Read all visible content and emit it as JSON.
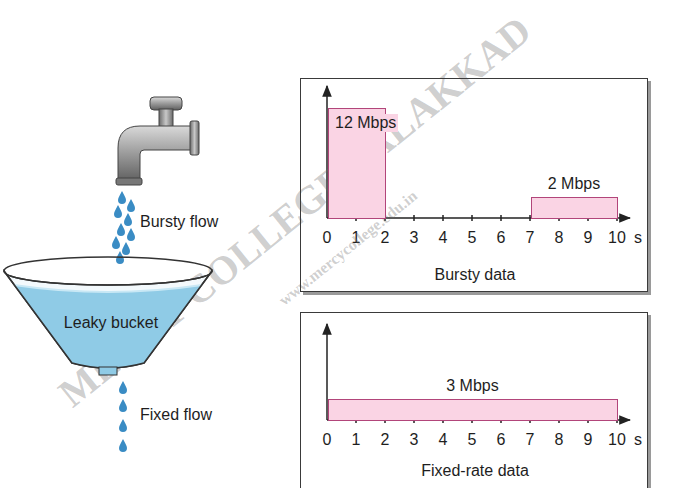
{
  "diagram": {
    "nodes": [
      {
        "text": [
          "Leaky bucket"
        ]
      },
      {
        "text": [
          "Bursty data"
        ]
      },
      {
        "text": [
          "12 Mbps"
        ],
        "in": 1
      },
      {
        "text": [
          "2 Mbps"
        ],
        "in": 1
      },
      {
        "text": [
          "Fixed-rate data"
        ]
      },
      {
        "text": [
          "3 Mbps"
        ],
        "in": 4
      }
    ],
    "labels": [
      "Bursty flow",
      "Fixed flow",
      "0",
      "1",
      "2",
      "3",
      "4",
      "5",
      "6",
      "7",
      "8",
      "9",
      "10",
      "s",
      "0",
      "1",
      "2",
      "3",
      "4",
      "5",
      "6",
      "7",
      "8",
      "9",
      "10",
      "s",
      "MERCY COLLEGE PALAKKAD",
      "www.mercycollege.edu.in"
    ]
  }
}
